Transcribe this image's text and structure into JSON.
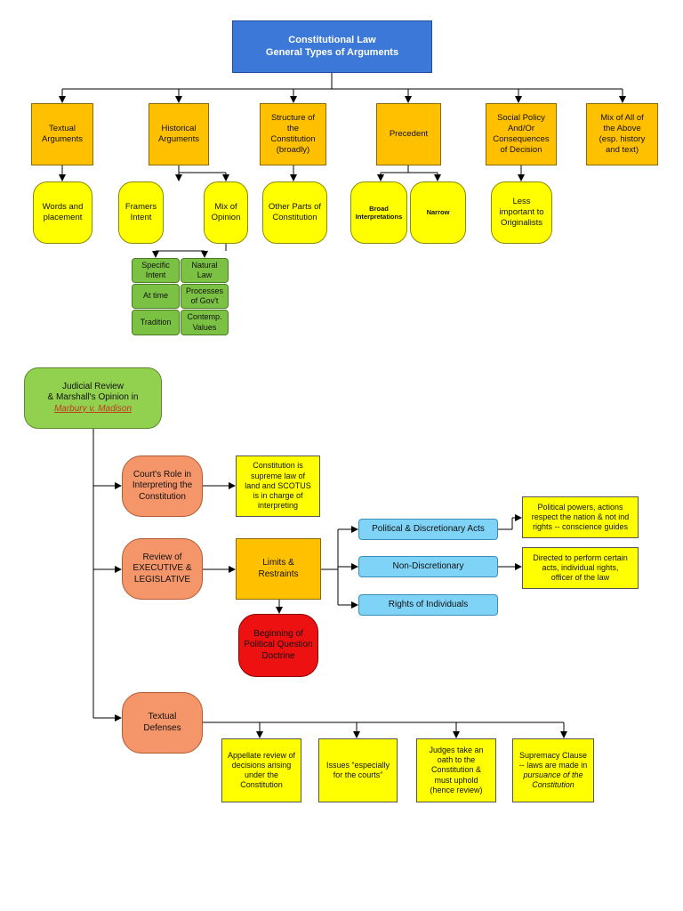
{
  "header": {
    "title": "Constitutional Law\nGeneral Types of Arguments"
  },
  "argument_types": {
    "textual": "Textual\nArguments",
    "historical": "Historical\nArguments",
    "structure": "Structure of\nthe\nConstitution\n(broadly)",
    "precedent": "Precedent",
    "social_policy": "Social Policy\nAnd/Or\nConsequences\nof Decision",
    "mix_all": "Mix of All of\nthe Above\n(esp. history\nand text)"
  },
  "sub_types": {
    "words": "Words and\nplacement",
    "framers": "Framers\nIntent",
    "mix_opinion": "Mix of\nOpinion",
    "other_parts": "Other Parts of\nConstitution",
    "broad": "Broad\nInterpretations",
    "narrow": "Narrow",
    "less_important": "Less\nimportant to\nOriginalists"
  },
  "mix_details": {
    "specific_intent": "Specific\nIntent",
    "natural_law": "Natural\nLaw",
    "at_time": "At time",
    "processes": "Processes\nof Gov't",
    "tradition": "Tradition",
    "contemp": "Contemp.\nValues"
  },
  "judicial": {
    "title": "Judicial Review\n& Marshall's Opinion in",
    "case": "Marbury v. Madison"
  },
  "roles": {
    "court_role": "Court's Role in\nInterpreting the\nConstitution",
    "court_role_note": "Constitution is\nsupreme law of\nland and SCOTUS\nis in charge of\ninterpreting",
    "review": "Review of\nEXECUTIVE &\nLEGISLATIVE",
    "limits": "Limits &\nRestraints",
    "political_question": "Beginning of\nPolitical Question\nDoctrine",
    "textual_defenses": "Textual\nDefenses"
  },
  "acts": {
    "political": "Political & Discretionary Acts",
    "political_note": "Political powers, actions\nrespect the nation & not ind\nrights -- conscience guides",
    "non_discretionary": "Non-Discretionary",
    "non_discretionary_note": "Directed to perform certain\nacts, individual rights,\nofficer of the law",
    "individuals": "Rights of Individuals"
  },
  "defenses": {
    "appellate": "Appellate review of\ndecisions arising\nunder the\nConstitution",
    "issues": "Issues “especially\nfor the courts”",
    "judges": "Judges take an\noath to the\nConstitution &\nmust uphold\n(hence review)",
    "supremacy": "Supremacy Clause\n-- laws are made in",
    "supremacy_em": "pursuance of the\nConstitution"
  }
}
